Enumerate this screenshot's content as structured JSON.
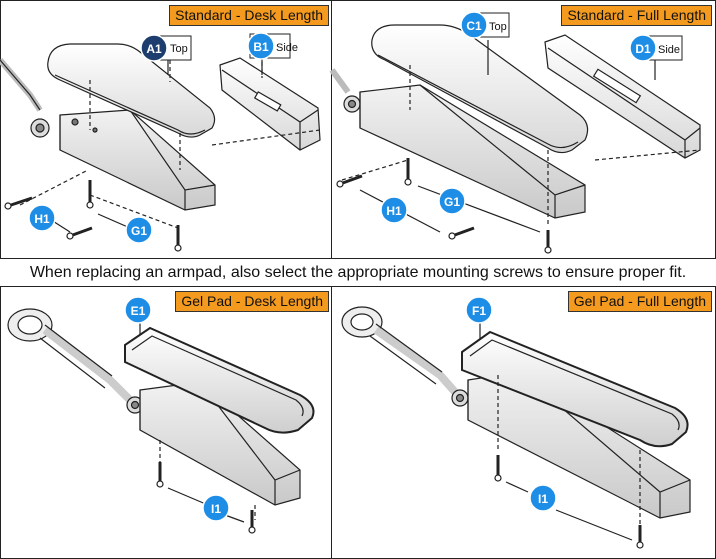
{
  "panels": {
    "p1": {
      "title": "Standard - Desk Length"
    },
    "p2": {
      "title": "Standard - Full Length"
    },
    "p3": {
      "title": "Gel Pad - Desk Length"
    },
    "p4": {
      "title": "Gel Pad - Full Length"
    }
  },
  "callouts": {
    "a1": {
      "code": "A1",
      "view": "Top",
      "color": "#1c3d6e"
    },
    "b1": {
      "code": "B1",
      "view": "Side",
      "color": "#1d8de6"
    },
    "c1": {
      "code": "C1",
      "view": "Top",
      "color": "#1d8de6"
    },
    "d1": {
      "code": "D1",
      "view": "Side",
      "color": "#1d8de6"
    },
    "e1": {
      "code": "E1"
    },
    "f1": {
      "code": "F1"
    },
    "h1a": {
      "code": "H1"
    },
    "g1a": {
      "code": "G1"
    },
    "h1b": {
      "code": "H1"
    },
    "g1b": {
      "code": "G1"
    },
    "i1a": {
      "code": "I1"
    },
    "i1b": {
      "code": "I1"
    }
  },
  "note": "When replacing an armpad, also select the appropriate mounting screws to ensure proper fit.",
  "colors": {
    "tag_orange": "#f39a1f",
    "callout_blue": "#1d8de6",
    "callout_dark": "#1c3d6e"
  }
}
